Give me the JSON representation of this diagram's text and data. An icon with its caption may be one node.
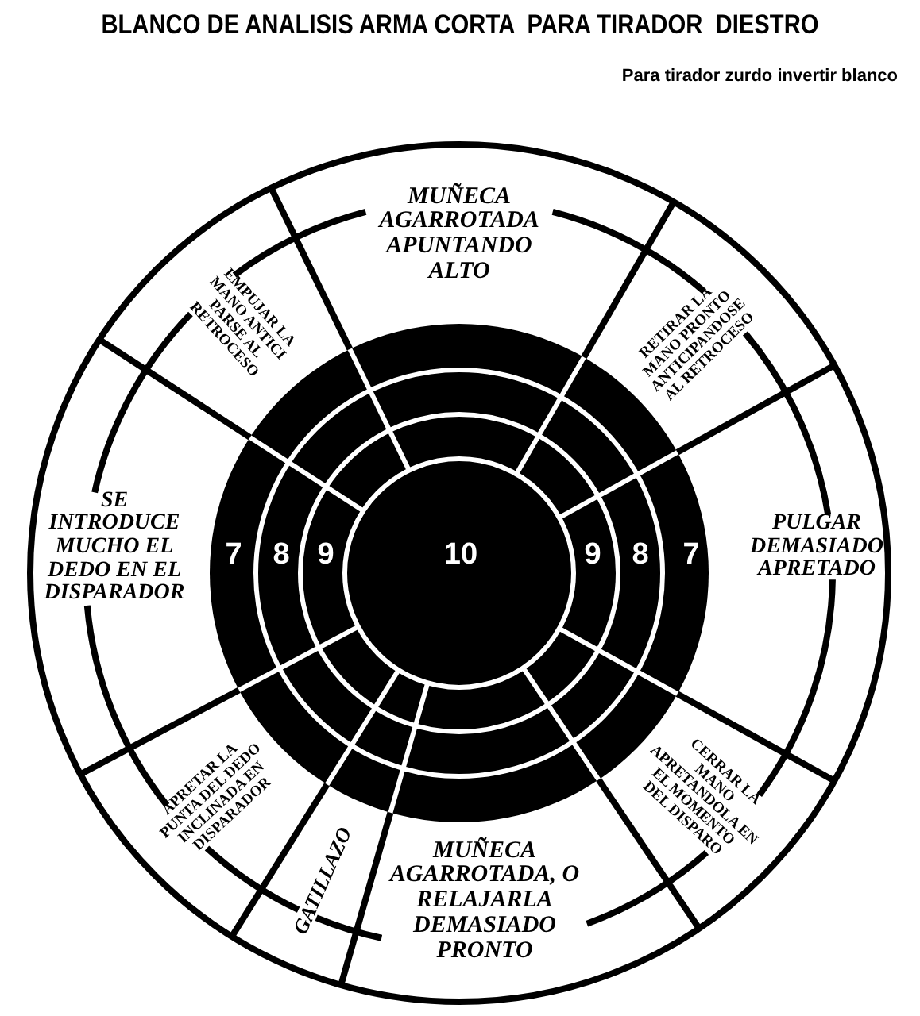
{
  "diagram": {
    "title": "BLANCO DE ANALISIS ARMA CORTA  PARA TIRADOR  DIESTRO",
    "caption": "Para tirador zurdo invertir blanco",
    "nodes": [
      {
        "text": [
          "MUÑECA AGARROTADA APUNTANDO ALTO"
        ]
      },
      {
        "text": [
          "EMPUJAR LA MANO ANTICI PARSE AL RETROCESO"
        ]
      },
      {
        "text": [
          "RETIRAR LA MANO PRONTO ANTICIPANDOSE AL RETROCESO"
        ]
      },
      {
        "text": [
          "SE INTRODUCE MUCHO EL DEDO EN EL DISPARADOR"
        ]
      },
      {
        "text": [
          "PULGAR DEMASIADO APRETADO"
        ]
      },
      {
        "text": [
          "APRETAR LA PUNTA DEL DEDO INCLINADA EN DISPARADOR"
        ]
      },
      {
        "text": [
          "CERRAR LA MANO APRETANDOLA EN EL MOMENTO DEL DISPARO"
        ]
      },
      {
        "text": [
          "GATILLAZO"
        ]
      },
      {
        "text": [
          "MUÑECA AGARROTADA, O RELAJARLA DEMASIADO PRONTO"
        ]
      }
    ],
    "edges": [
      {
        "from": 1,
        "to": 0,
        "arrow": "none"
      },
      {
        "from": 0,
        "to": 2,
        "arrow": "none"
      },
      {
        "from": 2,
        "to": 4,
        "arrow": "none"
      },
      {
        "from": 4,
        "to": 6,
        "arrow": "none"
      },
      {
        "from": 6,
        "to": 8,
        "arrow": "none"
      },
      {
        "from": 8,
        "to": 7,
        "arrow": "none"
      },
      {
        "from": 7,
        "to": 5,
        "arrow": "none"
      },
      {
        "from": 5,
        "to": 3,
        "arrow": "none"
      },
      {
        "from": 3,
        "to": 1,
        "arrow": "none"
      }
    ],
    "labels": [
      "7",
      "8",
      "9",
      "10",
      "9",
      "8",
      "7"
    ]
  }
}
